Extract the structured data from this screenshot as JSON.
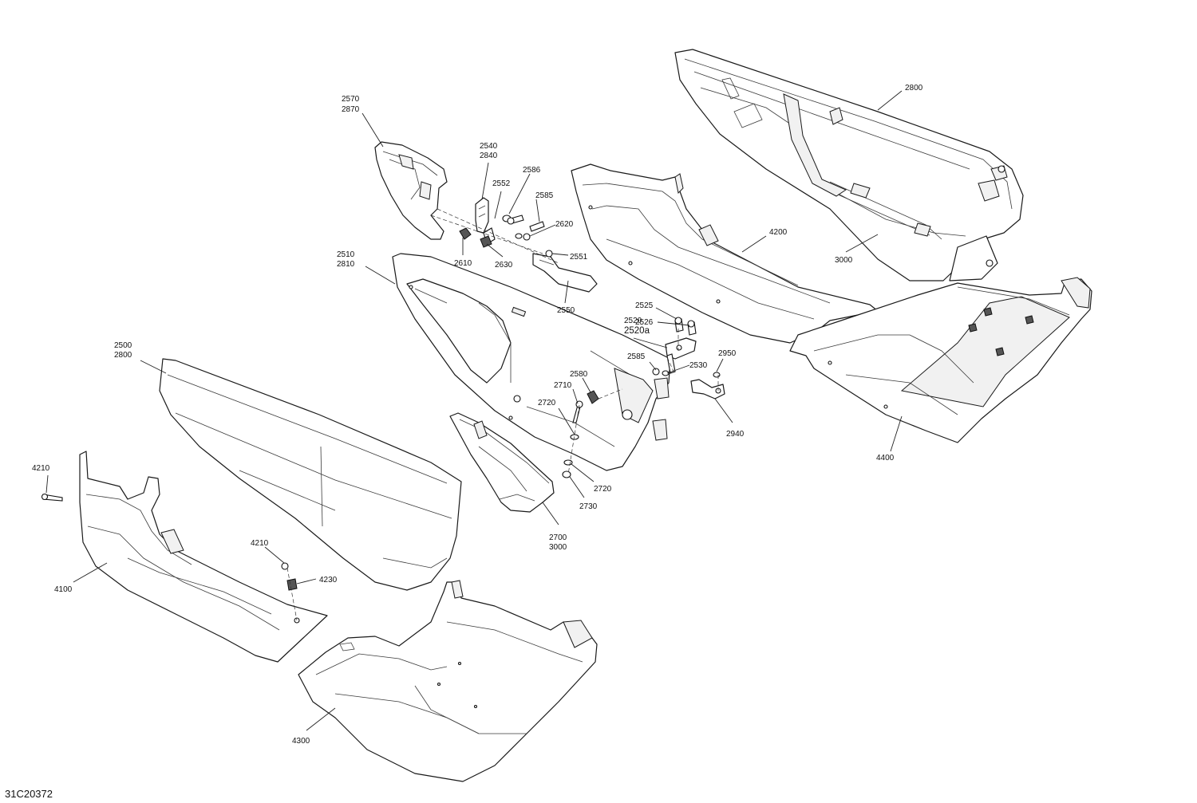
{
  "figure_code": "31C20372",
  "labels": {
    "l2570": "2570",
    "l2870": "2870",
    "l2540": "2540",
    "l2840": "2840",
    "l2586": "2586",
    "l2552": "2552",
    "l2585a": "2585",
    "l2620": "2620",
    "l2610": "2610",
    "l2630": "2630",
    "l2551": "2551",
    "l2550": "2550",
    "l2510": "2510",
    "l2810": "2810",
    "l2800top": "2800",
    "l4200": "4200",
    "l3000top": "3000",
    "l2525": "2525",
    "l2526": "2526",
    "l2520": "2520",
    "l2520a": "2520a",
    "l2585b": "2585",
    "l2530": "2530",
    "l2950": "2950",
    "l2580": "2580",
    "l2710": "2710",
    "l2720a": "2720",
    "l2940": "2940",
    "l4400": "4400",
    "l2500": "2500",
    "l2800": "2800",
    "l2720b": "2720",
    "l2730": "2730",
    "l2700": "2700",
    "l3000": "3000",
    "l4210a": "4210",
    "l4210b": "4210",
    "l4230": "4230",
    "l4100": "4100",
    "l4300": "4300"
  }
}
